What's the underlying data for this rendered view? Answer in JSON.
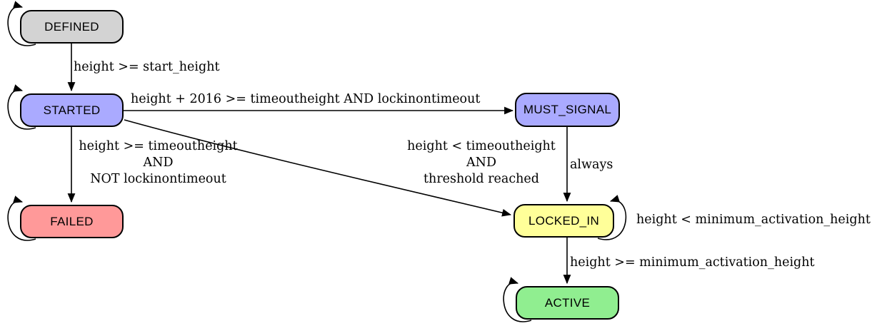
{
  "diagram": {
    "type": "state-machine",
    "background": "#ffffff",
    "edge_color": "#000000",
    "border_color": "#000000"
  },
  "states": [
    {
      "id": "defined",
      "label": "DEFINED",
      "color": "#d3d3d3",
      "self_loop": true
    },
    {
      "id": "started",
      "label": "STARTED",
      "color": "#aaaaff",
      "self_loop": true
    },
    {
      "id": "must_signal",
      "label": "MUST_SIGNAL",
      "color": "#aaaaff",
      "self_loop": false
    },
    {
      "id": "failed",
      "label": "FAILED",
      "color": "#ff9999",
      "self_loop": true
    },
    {
      "id": "locked_in",
      "label": "LOCKED_IN",
      "color": "#ffff99",
      "self_loop": true
    },
    {
      "id": "active",
      "label": "ACTIVE",
      "color": "#90ee90",
      "self_loop": true
    }
  ],
  "transitions": [
    {
      "from": "DEFINED",
      "to": "STARTED",
      "label": "height >= start_height"
    },
    {
      "from": "STARTED",
      "to": "MUST_SIGNAL",
      "label": "height + 2016 >= timeoutheight AND lockinontimeout"
    },
    {
      "from": "STARTED",
      "to": "FAILED",
      "label": "height >= timeoutheight\nAND\nNOT lockinontimeout"
    },
    {
      "from": "STARTED",
      "to": "LOCKED_IN",
      "label": "height < timeoutheight\nAND\nthreshold reached"
    },
    {
      "from": "MUST_SIGNAL",
      "to": "LOCKED_IN",
      "label": "always"
    },
    {
      "from": "LOCKED_IN",
      "to": "LOCKED_IN",
      "label": "height < minimum_activation_height"
    },
    {
      "from": "LOCKED_IN",
      "to": "ACTIVE",
      "label": "height >= minimum_activation_height"
    },
    {
      "from": "DEFINED",
      "to": "DEFINED",
      "label": ""
    },
    {
      "from": "STARTED",
      "to": "STARTED",
      "label": ""
    },
    {
      "from": "FAILED",
      "to": "FAILED",
      "label": ""
    },
    {
      "from": "ACTIVE",
      "to": "ACTIVE",
      "label": ""
    }
  ]
}
